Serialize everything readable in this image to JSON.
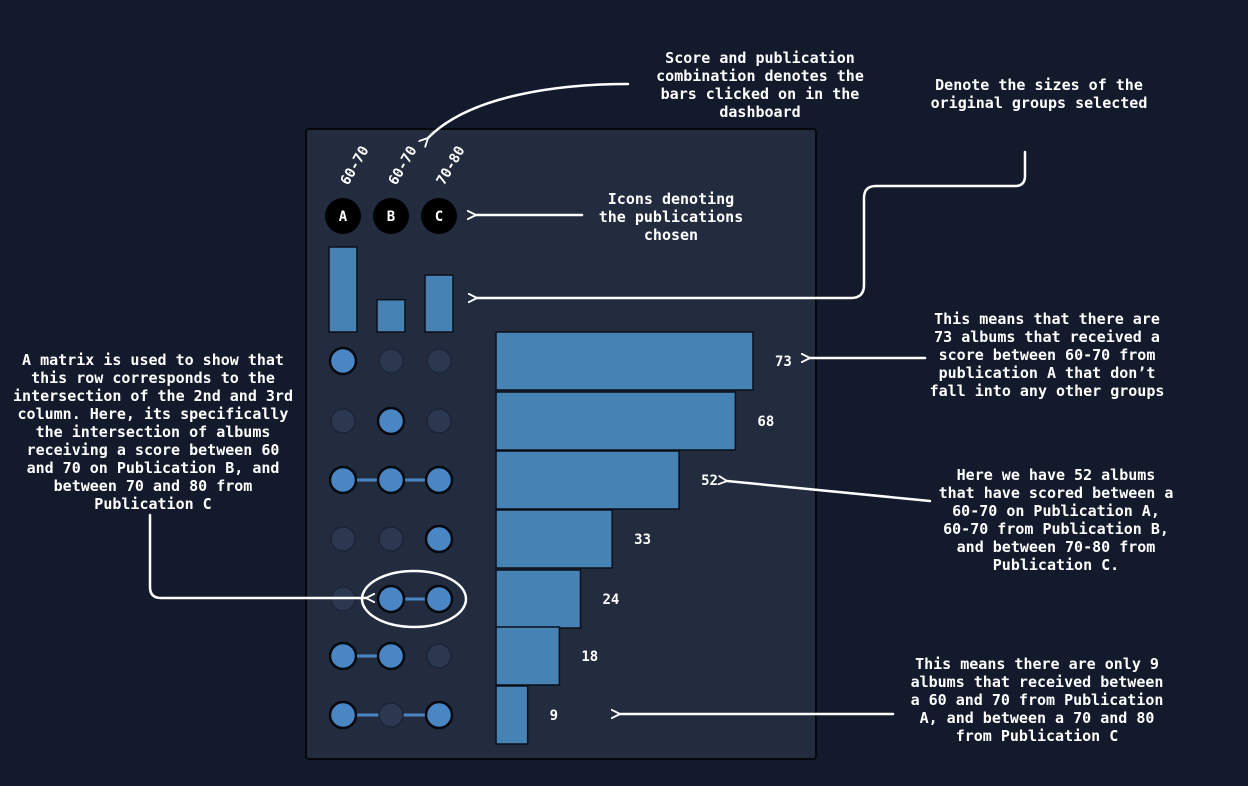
{
  "upset": {
    "columns": [
      {
        "id": "A",
        "score_range": "60-70"
      },
      {
        "id": "B",
        "score_range": "60-70"
      },
      {
        "id": "C",
        "score_range": "70-80"
      }
    ],
    "group_sizes": [
      1.0,
      0.38,
      0.67
    ],
    "rows": [
      {
        "value": 73,
        "sets": [
          1,
          0,
          0
        ]
      },
      {
        "value": 68,
        "sets": [
          0,
          1,
          0
        ]
      },
      {
        "value": 52,
        "sets": [
          1,
          1,
          1
        ]
      },
      {
        "value": 33,
        "sets": [
          0,
          0,
          1
        ]
      },
      {
        "value": 24,
        "sets": [
          0,
          1,
          1
        ]
      },
      {
        "value": 18,
        "sets": [
          1,
          1,
          0
        ]
      },
      {
        "value": 9,
        "sets": [
          1,
          0,
          1
        ]
      }
    ],
    "colors": {
      "bar": "#4682b4",
      "active_dot": "#4a86c4",
      "inactive_dot": "#2b3850",
      "icon": "#000000",
      "highlight": "#ffffff"
    }
  },
  "annotations": {
    "bars_clicked": "Score and publication combination denotes the bars clicked on in the dashboard",
    "group_sizes": "Denote the sizes of the original groups selected",
    "icons": "Icons denoting the publications chosen",
    "row_73": "This means that there are 73 albums that received a score between 60-70 from publication A that don’t fall into any other groups",
    "matrix": "A matrix is used to show that this row corresponds to the intersection of the 2nd and 3rd column. Here, its specifically the intersection of albums receiving a score between 60 and 70 on Publication B, and between 70 and 80 from Publication C",
    "row_52": "Here we have 52 albums that have scored between a 60-70 on Publication A, 60-70 from Publication B, and between 70-80 from Publication C.",
    "row_9": "This means there are only 9 albums that received between a 60 and 70 from Publication A, and between a 70 and 80 from Publication C"
  }
}
